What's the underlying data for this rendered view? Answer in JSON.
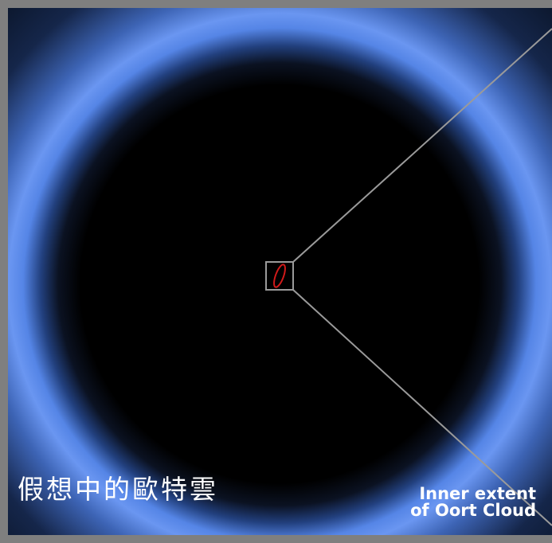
{
  "title": "假想中的歐特雲",
  "caption": {
    "line1": "Inner extent",
    "line2": "of Oort Cloud"
  },
  "colors": {
    "background": "#000000",
    "frame": "#7f7f7f",
    "cloud_glow": "#6a96f1",
    "zoom_lines": "#9a9a9a",
    "inner_orbit": "#d11a1a",
    "text": "#ffffff"
  }
}
